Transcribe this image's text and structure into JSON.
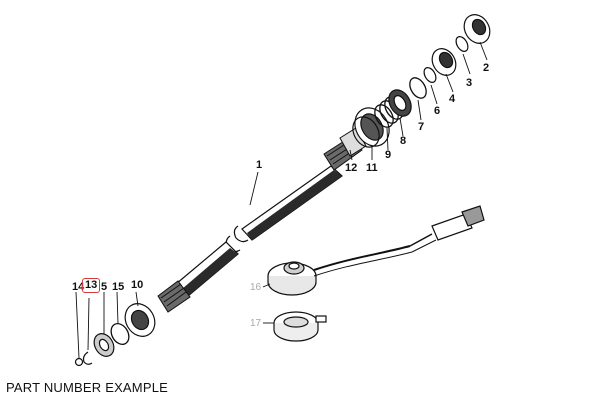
{
  "caption": "PART NUMBER EXAMPLE",
  "highlight_color": "#d23b3b",
  "highlighted_callout": "13",
  "callouts": {
    "c1": "1",
    "c2": "2",
    "c3": "3",
    "c4": "4",
    "c5": "5",
    "c6": "6",
    "c7": "7",
    "c8": "8",
    "c9": "9",
    "c10": "10",
    "c11": "11",
    "c12": "12",
    "c13": "13",
    "c14": "14",
    "c15": "15",
    "c16": "16",
    "c17": "17"
  }
}
